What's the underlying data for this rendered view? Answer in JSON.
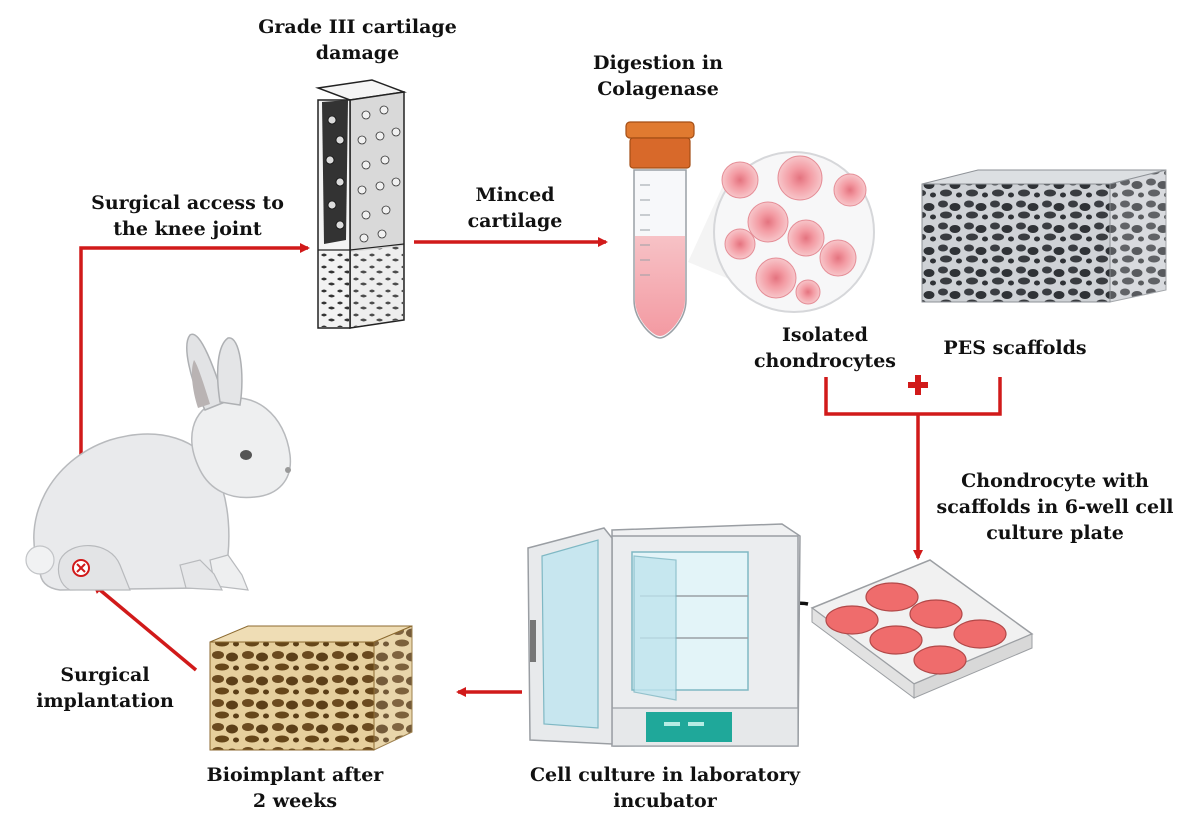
{
  "labels": {
    "grade3_line1": "Grade III  cartilage",
    "grade3_line2": "damage",
    "digestion_line1": "Digestion in",
    "digestion_line2": "Colagenase",
    "surgical_access_line1": "Surgical access to",
    "surgical_access_line2": "the knee joint",
    "minced_line1": "Minced",
    "minced_line2": "cartilage",
    "isolated_line1": "Isolated",
    "isolated_line2": "chondrocytes",
    "pes": "PES scaffolds",
    "chondro_line1": "Chondrocyte with",
    "chondro_line2": "scaffolds in 6-well cell",
    "chondro_line3": "culture plate",
    "implantation_line1": "Surgical",
    "implantation_line2": "implantation",
    "bioimplant_line1": "Bioimplant after",
    "bioimplant_line2": "2 weeks",
    "incubator_line1": "Cell culture in laboratory",
    "incubator_line2": "incubator"
  },
  "colors": {
    "arrow": "#d11a1a",
    "tube_cap": "#e07a30",
    "cell_pink": "#f2a3a8",
    "incubator_teal": "#1fa89a",
    "bioimplant": "#d9bf8a",
    "scaffold_gray": "#b9bcc0"
  },
  "icons": [
    "rabbit-icon",
    "cartilage-block-icon",
    "centrifuge-tube-icon",
    "chondrocyte-zoom-icon",
    "pes-scaffold-icon",
    "plus-icon",
    "well-plate-icon",
    "incubator-icon",
    "bioimplant-icon"
  ]
}
